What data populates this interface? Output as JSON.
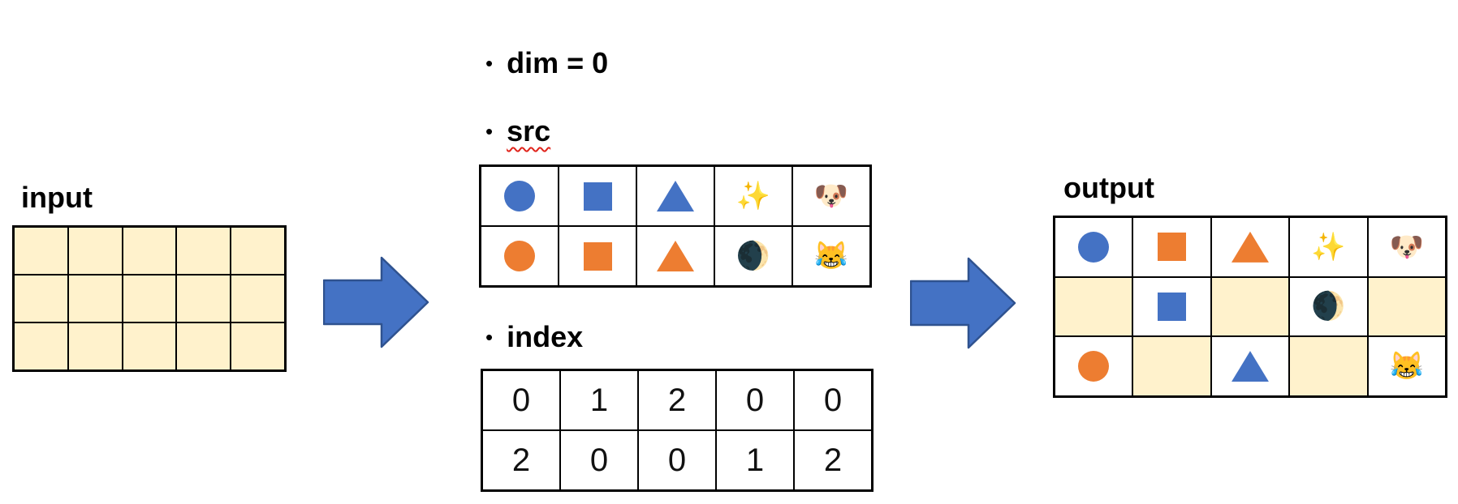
{
  "labels": {
    "input": "input",
    "output": "output",
    "bullet": "•",
    "dim": "dim = 0",
    "src": "src",
    "index": "index"
  },
  "colors": {
    "cream": "#FFF2CC",
    "white": "#FFFFFF",
    "blue": "#4472C4",
    "orange": "#ED7D31",
    "arrow_fill": "#4472C4",
    "arrow_border": "#2F528F",
    "grid_border": "#000000",
    "squiggle_red": "#E0241B"
  },
  "input_grid": {
    "rows": 3,
    "cols": 5,
    "fill": "cream"
  },
  "src_table": {
    "cells": [
      [
        {
          "kind": "shape",
          "shape": "circle",
          "color": "blue",
          "name": "blue-circle"
        },
        {
          "kind": "shape",
          "shape": "square",
          "color": "blue",
          "name": "blue-square"
        },
        {
          "kind": "shape",
          "shape": "triangle",
          "color": "blue",
          "name": "blue-triangle"
        },
        {
          "kind": "emoji",
          "char": "✨",
          "name": "sparkles-emoji"
        },
        {
          "kind": "emoji",
          "char": "🐶",
          "name": "dog-face-emoji"
        }
      ],
      [
        {
          "kind": "shape",
          "shape": "circle",
          "color": "orange",
          "name": "orange-circle"
        },
        {
          "kind": "shape",
          "shape": "square",
          "color": "orange",
          "name": "orange-square"
        },
        {
          "kind": "shape",
          "shape": "triangle",
          "color": "orange",
          "name": "orange-triangle"
        },
        {
          "kind": "emoji",
          "char": "🌒",
          "name": "waxing-crescent-moon-emoji"
        },
        {
          "kind": "emoji",
          "char": "😹",
          "name": "cat-with-tears-of-joy-emoji"
        }
      ]
    ]
  },
  "index_table": {
    "values": [
      [
        "0",
        "1",
        "2",
        "0",
        "0"
      ],
      [
        "2",
        "0",
        "0",
        "1",
        "2"
      ]
    ]
  },
  "output_grid": {
    "cells": [
      [
        {
          "kind": "shape",
          "shape": "circle",
          "color": "blue",
          "name": "blue-circle"
        },
        {
          "kind": "shape",
          "shape": "square",
          "color": "orange",
          "name": "orange-square"
        },
        {
          "kind": "shape",
          "shape": "triangle",
          "color": "orange",
          "name": "orange-triangle"
        },
        {
          "kind": "emoji",
          "char": "✨",
          "name": "sparkles-emoji"
        },
        {
          "kind": "emoji",
          "char": "🐶",
          "name": "dog-face-emoji"
        }
      ],
      [
        {
          "kind": "empty",
          "fill": "cream"
        },
        {
          "kind": "shape",
          "shape": "square",
          "color": "blue",
          "name": "blue-square"
        },
        {
          "kind": "empty",
          "fill": "cream"
        },
        {
          "kind": "emoji",
          "char": "🌒",
          "name": "waxing-crescent-moon-emoji"
        },
        {
          "kind": "empty",
          "fill": "cream"
        }
      ],
      [
        {
          "kind": "shape",
          "shape": "circle",
          "color": "orange",
          "name": "orange-circle"
        },
        {
          "kind": "empty",
          "fill": "cream"
        },
        {
          "kind": "shape",
          "shape": "triangle",
          "color": "blue",
          "name": "blue-triangle"
        },
        {
          "kind": "empty",
          "fill": "cream"
        },
        {
          "kind": "emoji",
          "char": "😹",
          "name": "cat-with-tears-of-joy-emoji"
        }
      ]
    ]
  }
}
